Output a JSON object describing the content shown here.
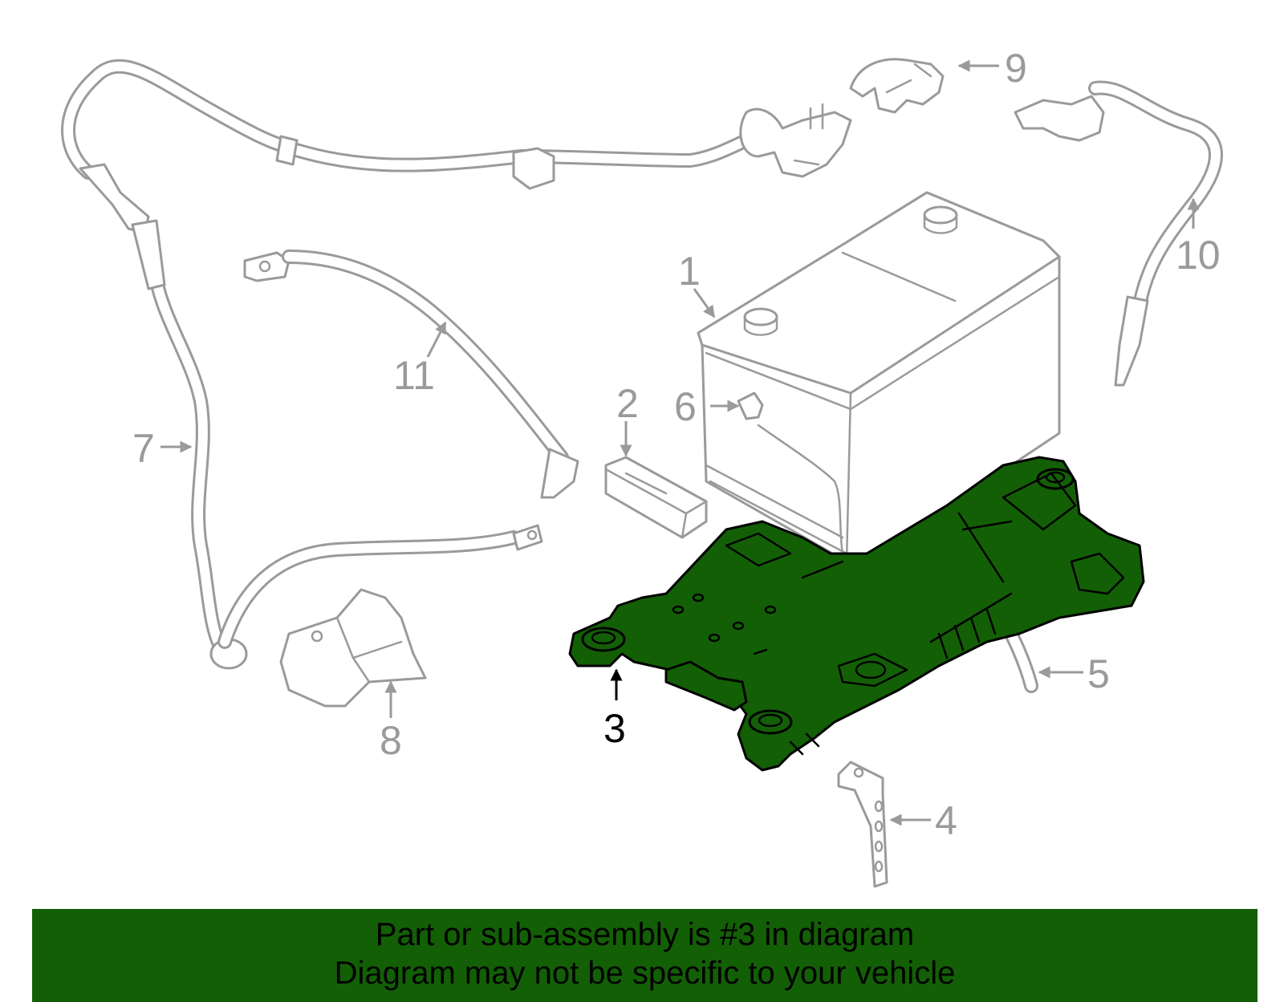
{
  "diagram": {
    "highlight_color": "#135f06",
    "line_color": "#9a9a9a",
    "callouts": [
      {
        "id": "1",
        "label": "1",
        "highlighted": false
      },
      {
        "id": "2",
        "label": "2",
        "highlighted": false
      },
      {
        "id": "3",
        "label": "3",
        "highlighted": true
      },
      {
        "id": "4",
        "label": "4",
        "highlighted": false
      },
      {
        "id": "5",
        "label": "5",
        "highlighted": false
      },
      {
        "id": "6",
        "label": "6",
        "highlighted": false
      },
      {
        "id": "7",
        "label": "7",
        "highlighted": false
      },
      {
        "id": "8",
        "label": "8",
        "highlighted": false
      },
      {
        "id": "9",
        "label": "9",
        "highlighted": false
      },
      {
        "id": "10",
        "label": "10",
        "highlighted": false
      },
      {
        "id": "11",
        "label": "11",
        "highlighted": false
      }
    ]
  },
  "banner": {
    "background_color": "#135f06",
    "line1": "Part or sub-assembly is #3 in diagram",
    "line2": "Diagram may not be specific to your vehicle"
  }
}
